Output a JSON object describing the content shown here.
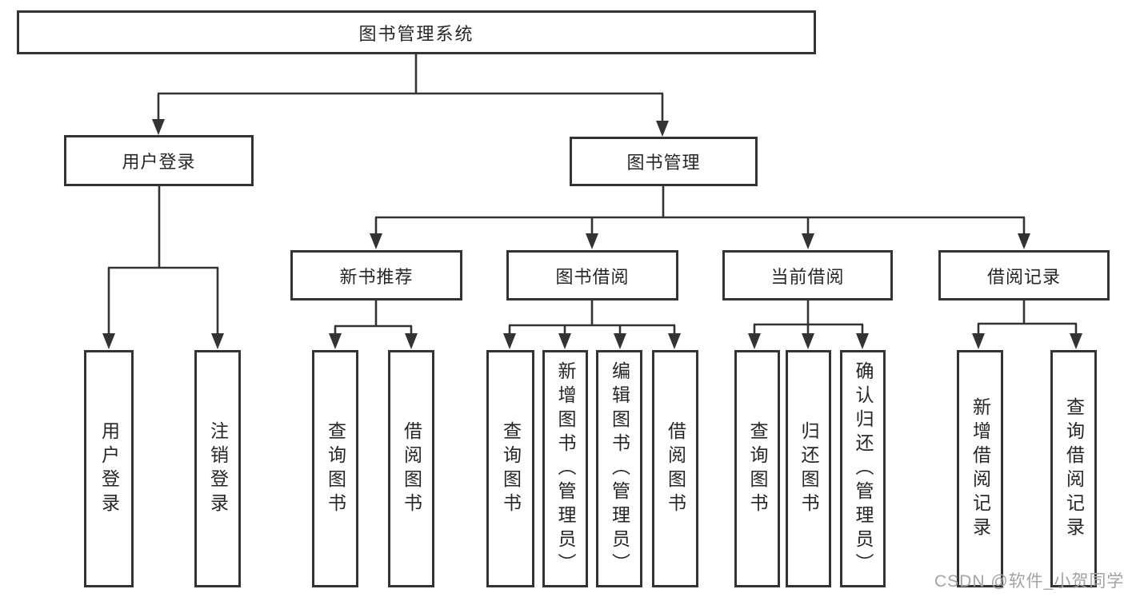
{
  "diagram_title": "图书管理系统",
  "watermark": {
    "text": "CSDN @软件_小贺同学"
  },
  "colors": {
    "line": "#333333",
    "text": "#262626",
    "background": "#ffffff",
    "watermark": "#a3a3a3"
  },
  "nodes": {
    "root": {
      "label": "图书管理系统"
    },
    "userLogin": {
      "label": "用户登录",
      "children": [
        {
          "label": "用户登录"
        },
        {
          "label": "注销登录"
        }
      ]
    },
    "bookManagement": {
      "label": "图书管理",
      "children": [
        {
          "label": "新书推荐",
          "children": [
            {
              "label": "查询图书"
            },
            {
              "label": "借阅图书"
            }
          ]
        },
        {
          "label": "图书借阅",
          "children": [
            {
              "label": "查询图书"
            },
            {
              "label": "新增图书（管理员）"
            },
            {
              "label": "编辑图书（管理员）"
            },
            {
              "label": "借阅图书"
            }
          ]
        },
        {
          "label": "当前借阅",
          "children": [
            {
              "label": "查询图书"
            },
            {
              "label": "归还图书"
            },
            {
              "label": "确认归还（管理员）"
            }
          ]
        },
        {
          "label": "借阅记录",
          "children": [
            {
              "label": "新增借阅记录"
            },
            {
              "label": "查询借阅记录"
            }
          ]
        }
      ]
    }
  }
}
